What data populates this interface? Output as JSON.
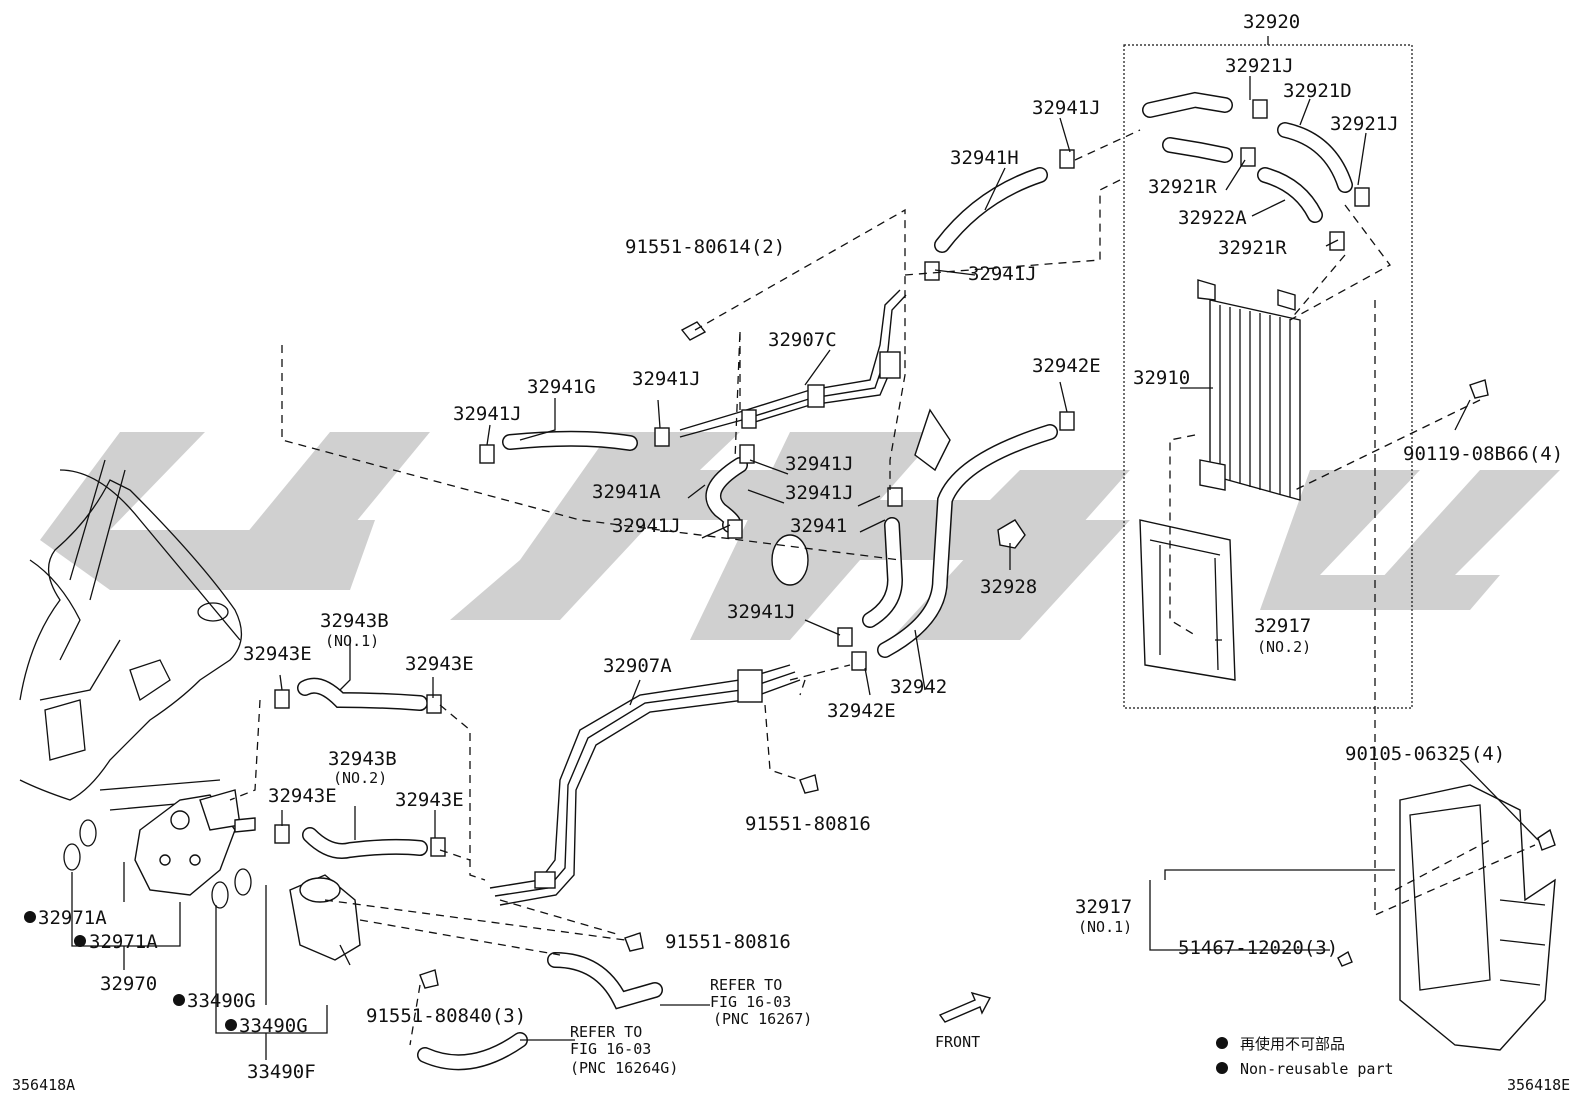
{
  "diagram": {
    "part_labels": {
      "p32920": "32920",
      "p32921J_a": "32921J",
      "p32921D": "32921D",
      "p32921J_b": "32921J",
      "p32921R_a": "32921R",
      "p32922A": "32922A",
      "p32921R_b": "32921R",
      "p32941J_top": "32941J",
      "p32941H": "32941H",
      "p32941J_mid": "32941J",
      "p91551_80614": "91551-80614(2)",
      "p32907C": "32907C",
      "p32941G": "32941G",
      "p32941J_g": "32941J",
      "p32941J_l": "32941J",
      "p32941J_r1": "32941J",
      "p32941A": "32941A",
      "p32941J_r2": "32941J",
      "p32941J_l2": "32941J",
      "p32941": "32941",
      "p32942E_top": "32942E",
      "p32910": "32910",
      "p90119": "90119-08B66(4)",
      "p32928": "32928",
      "p32917_no2": "32917",
      "p32917_no2_sub": "(NO.2)",
      "p32941J_low": "32941J",
      "p32942": "32942",
      "p32942E_low": "32942E",
      "p32907A": "32907A",
      "p32943B_1": "32943B",
      "p32943B_1_sub": "(NO.1)",
      "p32943E_a": "32943E",
      "p32943E_b": "32943E",
      "p32943B_2": "32943B",
      "p32943B_2_sub": "(NO.2)",
      "p32943E_c": "32943E",
      "p32943E_d": "32943E",
      "p91551_80816_a": "91551-80816",
      "p91551_80816_b": "91551-80816",
      "p90105": "90105-06325(4)",
      "p32917_no1": "32917",
      "p32917_no1_sub": "(NO.1)",
      "p51467": "51467-12020(3)",
      "p32971A_a": "32971A",
      "p32971A_b": "32971A",
      "p32970": "32970",
      "p33490G_a": "33490G",
      "p33490G_b": "33490G",
      "p33490F": "33490F",
      "p91551_80840": "91551-80840(3)",
      "refer1_a": "REFER TO",
      "refer1_b": "FIG 16-03",
      "refer1_c": "(PNC 16267)",
      "refer2_a": "REFER TO",
      "refer2_b": "FIG 16-03",
      "refer2_c": "(PNC 16264G)"
    },
    "front_label": "FRONT",
    "legend": {
      "reuse": "再使用不可部品",
      "nonreuse": "Non-reusable part"
    },
    "ref_left": "356418A",
    "ref_right": "356418E",
    "watermark_color": "#c8c8c8"
  }
}
